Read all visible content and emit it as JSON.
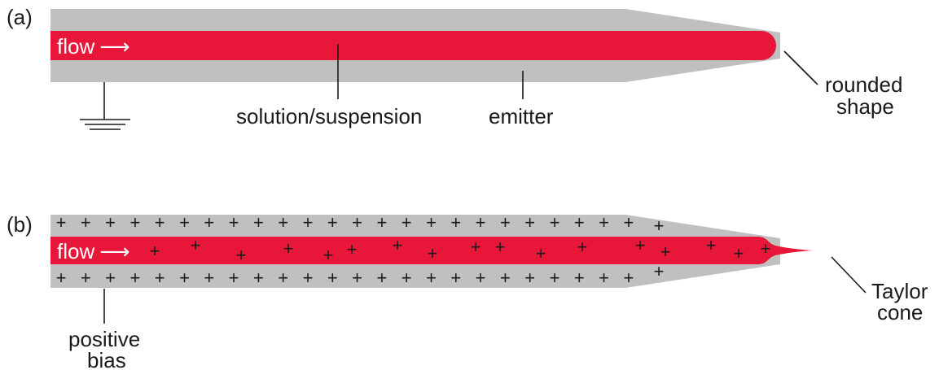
{
  "panel_a": {
    "tag": "(a)",
    "flow_label": "flow",
    "flow_arrow": "⟶",
    "labels": {
      "solution": "solution/suspension",
      "emitter": "emitter",
      "rounded_line1": "rounded",
      "rounded_line2": "shape"
    }
  },
  "panel_b": {
    "tag": "(b)",
    "flow_label": "flow",
    "flow_arrow": "⟶",
    "plus_symbol": "+",
    "labels": {
      "bias_line1": "positive",
      "bias_line2": "bias",
      "cone_line1": "Taylor",
      "cone_line2": "cone"
    }
  },
  "colors": {
    "emitter": "#c0c0c0",
    "solution": "#e8173a",
    "line": "#1a1a1a",
    "flow_text": "#ffffff"
  }
}
